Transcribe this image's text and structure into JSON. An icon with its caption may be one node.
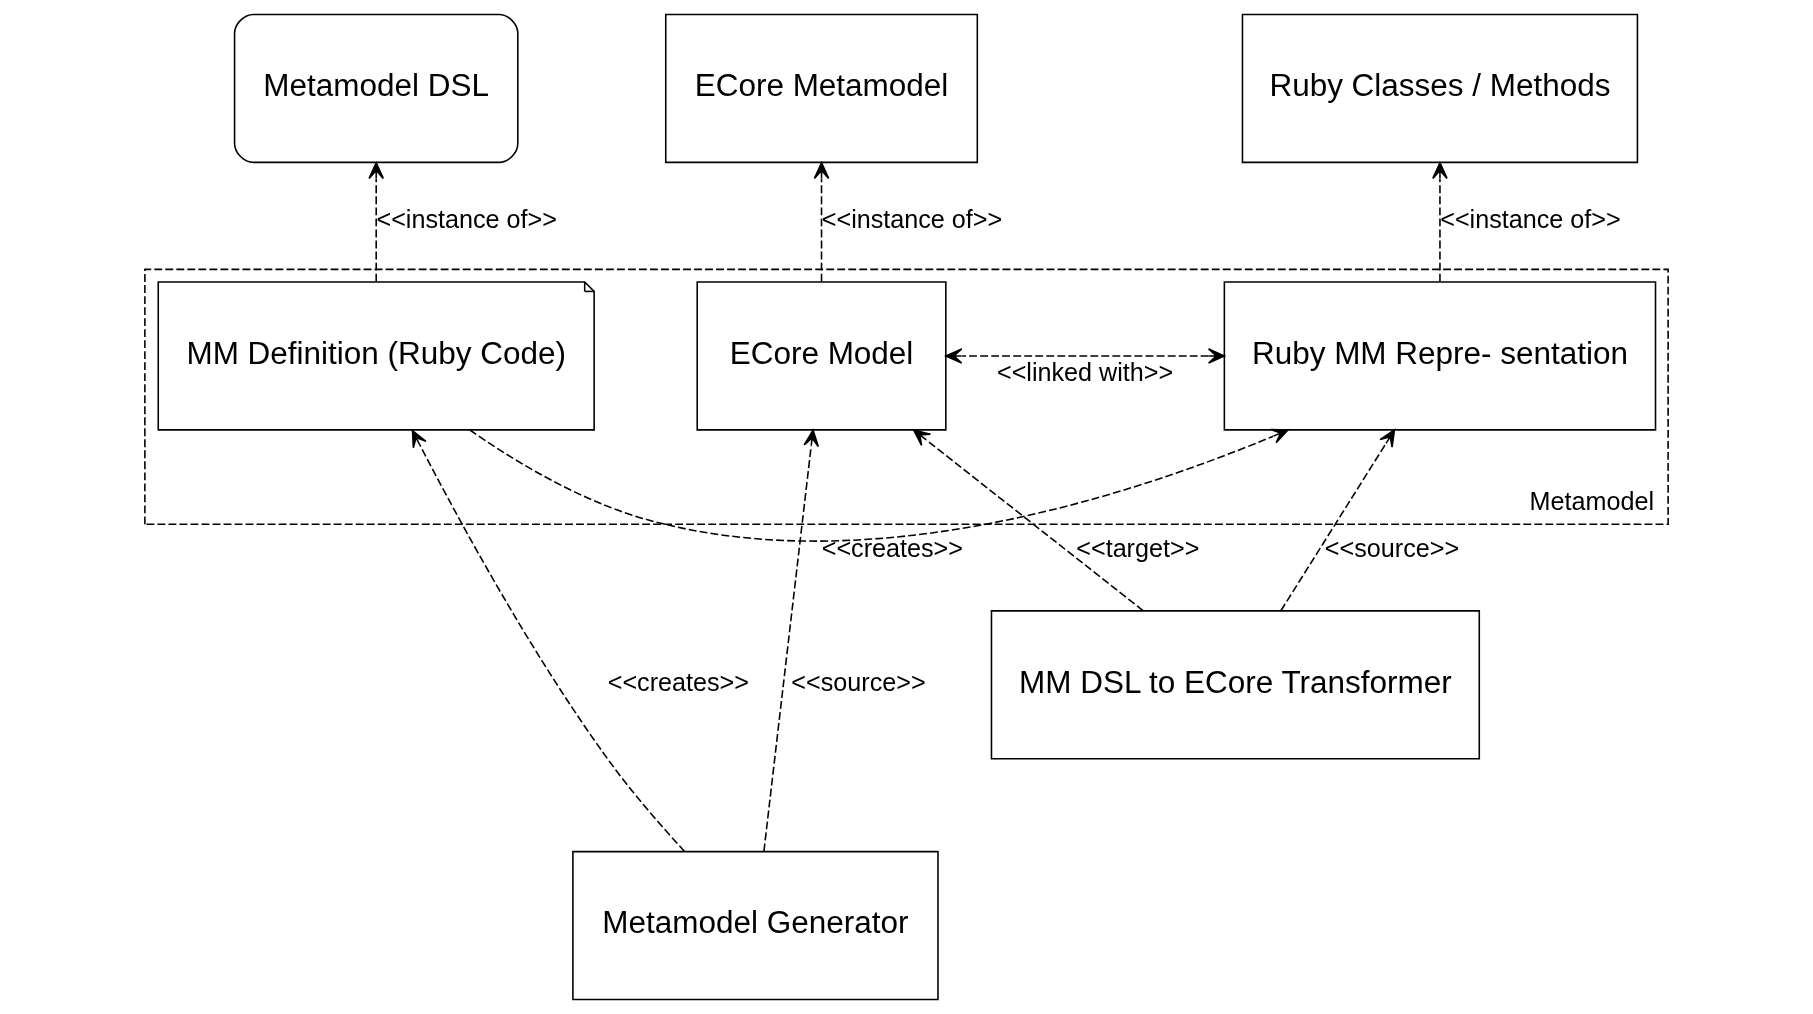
{
  "diagram": {
    "nodes": [
      {
        "text": [
          "Metamodel DSL"
        ]
      },
      {
        "text": [
          "Ruby Classes / Methods"
        ]
      },
      {
        "text": [
          "ECore Metamodel"
        ]
      },
      {
        "text": [
          "Metamodel"
        ]
      },
      {
        "text": [
          "MM Definition (Ruby Code)"
        ],
        "in": 3
      },
      {
        "text": [
          "Ruby MM Repre- sentation"
        ],
        "in": 3
      },
      {
        "text": [
          "ECore Model"
        ],
        "in": 3
      },
      {
        "text": [
          "MM DSL to ECore Transformer"
        ]
      },
      {
        "text": [
          "Metamodel Generator"
        ]
      }
    ],
    "edges": [
      {
        "from": 4,
        "to": 0,
        "arrow": "to",
        "style": "dashed",
        "label": "<<instance of>>"
      },
      {
        "from": 5,
        "to": 1,
        "arrow": "to",
        "style": "dashed",
        "label": "<<instance of>>"
      },
      {
        "from": 6,
        "to": 2,
        "arrow": "to",
        "style": "dashed",
        "label": "<<instance of>>"
      },
      {
        "from": 4,
        "to": 5,
        "arrow": "to",
        "style": "dashed",
        "label": "<<creates>>"
      },
      {
        "from": 5,
        "to": 6,
        "arrow": "both",
        "style": "dashed",
        "label": "<<linked with>>"
      },
      {
        "from": 7,
        "to": 5,
        "arrow": "to",
        "style": "dashed",
        "label": "<<source>>"
      },
      {
        "from": 7,
        "to": 6,
        "arrow": "to",
        "style": "dashed",
        "label": "<<target>>"
      },
      {
        "from": 8,
        "to": 4,
        "arrow": "to",
        "style": "dashed",
        "label": "<<creates>>"
      },
      {
        "from": 8,
        "to": 6,
        "arrow": "to",
        "style": "dashed",
        "label": "<<source>>"
      }
    ]
  }
}
